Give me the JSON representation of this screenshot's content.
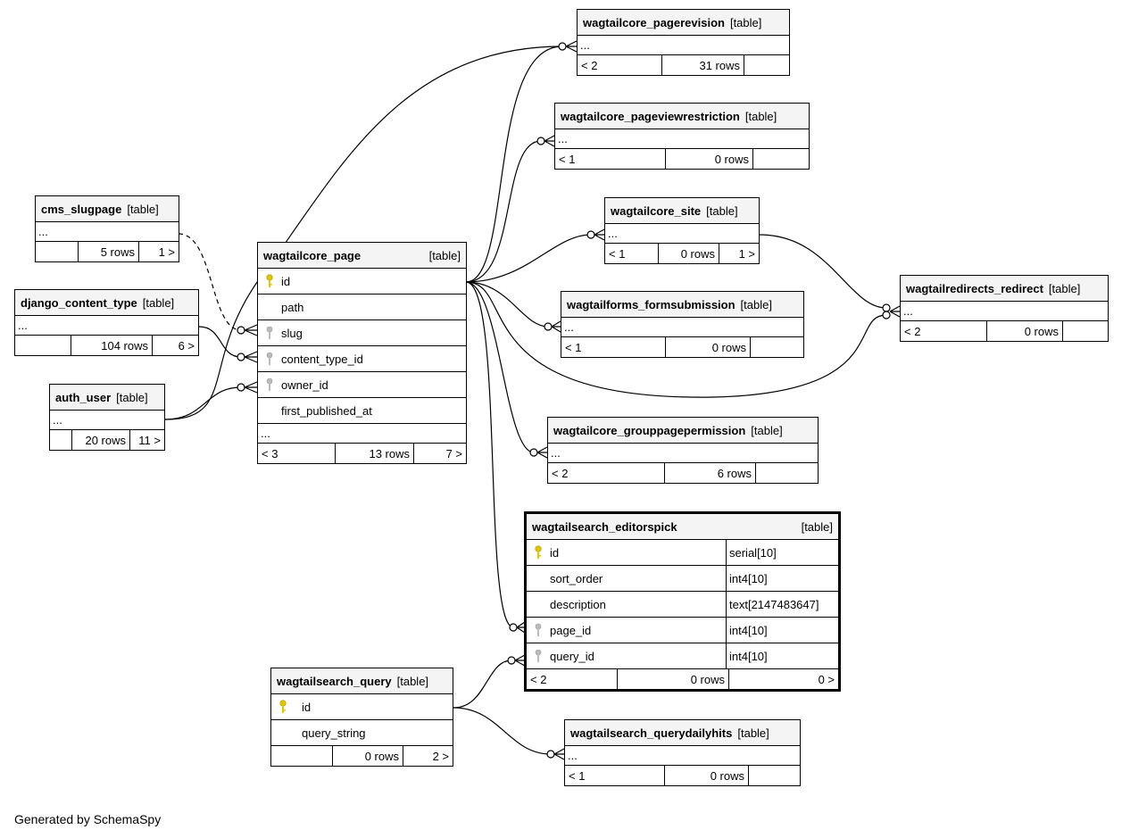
{
  "footer_text": "Generated by SchemaSpy",
  "colors": {
    "primary_key": "#e2c700",
    "foreign_key": "#aaaaaa",
    "header_bg": "#f4f4f4"
  },
  "tables": {
    "pagerevision": {
      "name": "wagtailcore_pagerevision",
      "type": "[table]",
      "more": "...",
      "parents": "< 2",
      "rows": "31 rows",
      "children": ""
    },
    "pageviewrestriction": {
      "name": "wagtailcore_pageviewrestriction",
      "type": "[table]",
      "more": "...",
      "parents": "< 1",
      "rows": "0 rows",
      "children": ""
    },
    "site": {
      "name": "wagtailcore_site",
      "type": "[table]",
      "more": "...",
      "parents": "< 1",
      "rows": "0 rows",
      "children": "1 >"
    },
    "cms_slugpage": {
      "name": "cms_slugpage",
      "type": "[table]",
      "more": "...",
      "parents": "",
      "rows": "5 rows",
      "children": "1 >"
    },
    "page": {
      "name": "wagtailcore_page",
      "type": "[table]",
      "columns": [
        "id",
        "path",
        "slug",
        "content_type_id",
        "owner_id",
        "first_published_at"
      ],
      "more": "...",
      "parents": "< 3",
      "rows": "13 rows",
      "children": "7 >"
    },
    "django_content_type": {
      "name": "django_content_type",
      "type": "[table]",
      "more": "...",
      "parents": "",
      "rows": "104 rows",
      "children": "6 >"
    },
    "formsubmission": {
      "name": "wagtailforms_formsubmission",
      "type": "[table]",
      "more": "...",
      "parents": "< 1",
      "rows": "0 rows",
      "children": ""
    },
    "redirect": {
      "name": "wagtailredirects_redirect",
      "type": "[table]",
      "more": "...",
      "parents": "< 2",
      "rows": "0 rows",
      "children": ""
    },
    "auth_user": {
      "name": "auth_user",
      "type": "[table]",
      "more": "...",
      "parents": "",
      "rows": "20 rows",
      "children": "11 >"
    },
    "grouppagepermission": {
      "name": "wagtailcore_grouppagepermission",
      "type": "[table]",
      "more": "...",
      "parents": "< 2",
      "rows": "6 rows",
      "children": ""
    },
    "editorspick": {
      "name": "wagtailsearch_editorspick",
      "type": "[table]",
      "columns": [
        {
          "name": "id",
          "type": "serial[10]"
        },
        {
          "name": "sort_order",
          "type": "int4[10]"
        },
        {
          "name": "description",
          "type": "text[2147483647]"
        },
        {
          "name": "page_id",
          "type": "int4[10]"
        },
        {
          "name": "query_id",
          "type": "int4[10]"
        }
      ],
      "parents": "< 2",
      "rows": "0 rows",
      "children": "0 >"
    },
    "query": {
      "name": "wagtailsearch_query",
      "type": "[table]",
      "columns": [
        "id",
        "query_string"
      ],
      "parents": "",
      "rows": "0 rows",
      "children": "2 >"
    },
    "querydailyhits": {
      "name": "wagtailsearch_querydailyhits",
      "type": "[table]",
      "more": "...",
      "parents": "< 1",
      "rows": "0 rows",
      "children": ""
    }
  }
}
